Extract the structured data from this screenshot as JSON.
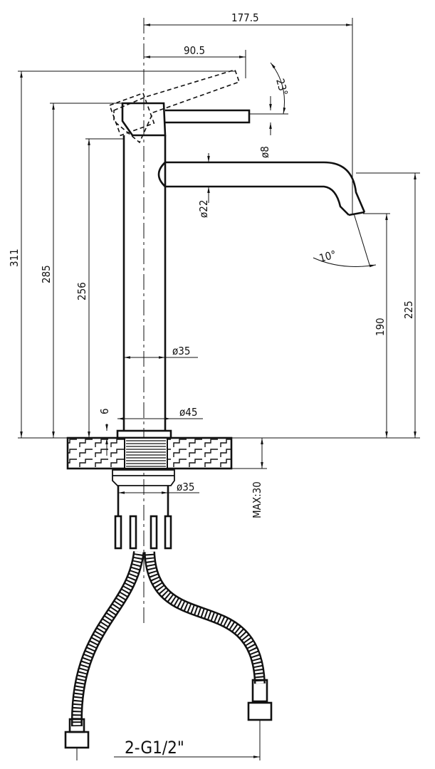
{
  "drawing": {
    "title": "Tall basin mixer dimension drawing",
    "dimensions": {
      "total_reach": "177.5",
      "handle_reach": "90.5",
      "handle_angle": "23°",
      "handle_dia": "ø8",
      "spout_dia": "ø22",
      "spout_angle": "10°",
      "total_height": "311",
      "handle_height": "285",
      "body_height": "256",
      "spout_top_height": "225",
      "outlet_height": "190",
      "body_dia": "ø35",
      "flange_thickness": "6",
      "flange_dia": "ø45",
      "shank_dia": "ø35",
      "max_deck": "MAX:30",
      "connection": "2-G1/2\""
    }
  }
}
